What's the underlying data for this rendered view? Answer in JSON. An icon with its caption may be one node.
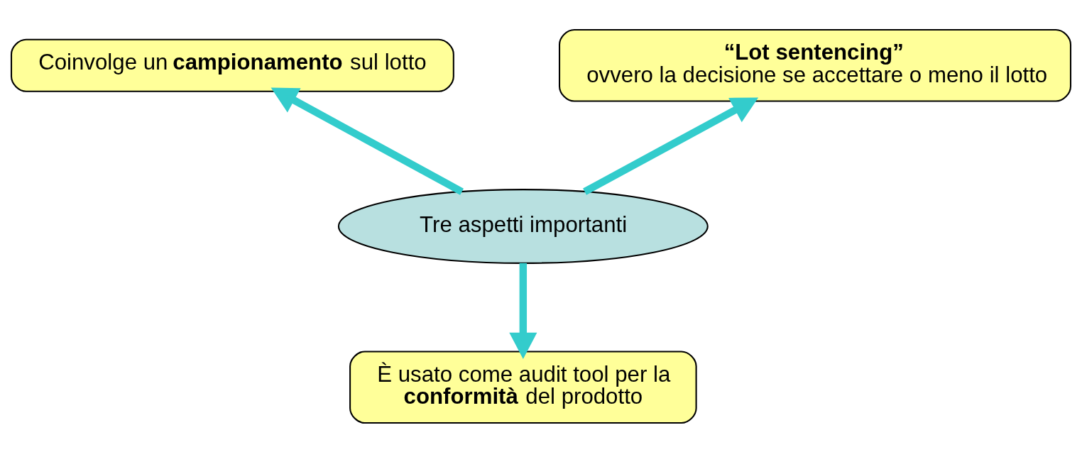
{
  "diagram": {
    "nodes": [
      {
        "text": [
          "Tre aspetti importanti"
        ]
      },
      {
        "text": [
          "Coinvolge un **campionamento** sul lotto"
        ]
      },
      {
        "text": [
          "**“Lot sentencing”**",
          "ovvero la decisione se accettare o meno il lotto"
        ]
      },
      {
        "text": [
          "È usato come audit tool per la **conformità** del prodotto"
        ]
      }
    ],
    "edges": [
      {
        "from": 0,
        "to": 1,
        "arrow": "to"
      },
      {
        "from": 0,
        "to": 2,
        "arrow": "to"
      },
      {
        "from": 0,
        "to": 3,
        "arrow": "to"
      }
    ]
  }
}
